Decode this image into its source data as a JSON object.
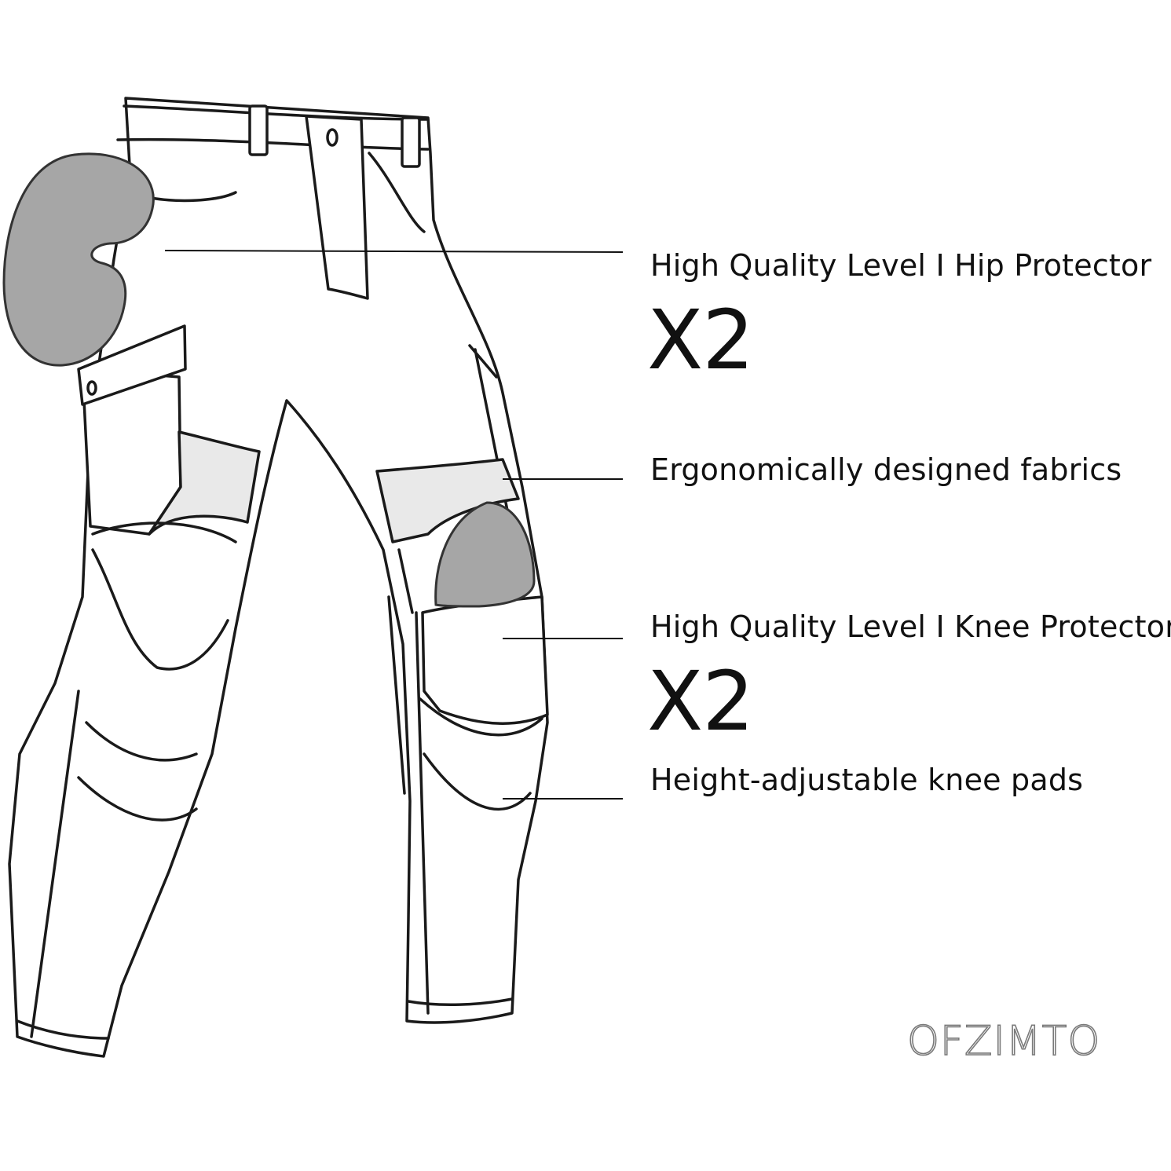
{
  "callouts": {
    "hip_protector": {
      "label": "High Quality Level  I  Hip Protector",
      "quantity": "X2"
    },
    "fabrics": {
      "label": "Ergonomically designed fabrics"
    },
    "knee_protector": {
      "label": "High Quality Level  I  Knee Protector",
      "quantity": "X2"
    },
    "knee_pads": {
      "label": "Height-adjustable knee pads"
    }
  },
  "brand": {
    "wordmark": "OFZIMTO"
  },
  "colors": {
    "ink": "#111111",
    "protector_fill": "#a6a6a6",
    "brand_gray": "#7a7a7a"
  }
}
